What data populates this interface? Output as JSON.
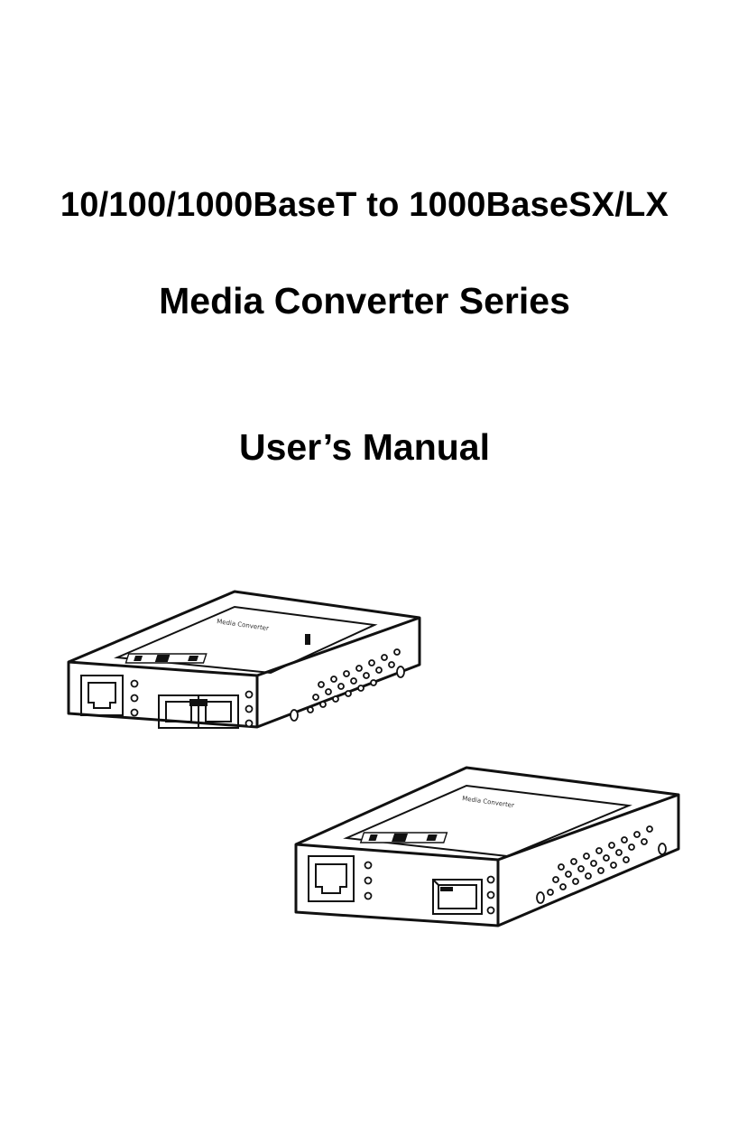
{
  "cover": {
    "title_line1": "10/100/1000BaseT to 1000BaseSX/LX",
    "title_line2": "Media Converter Series",
    "subtitle": "User’s Manual"
  },
  "illustrations": {
    "label_text": "Media Converter"
  }
}
